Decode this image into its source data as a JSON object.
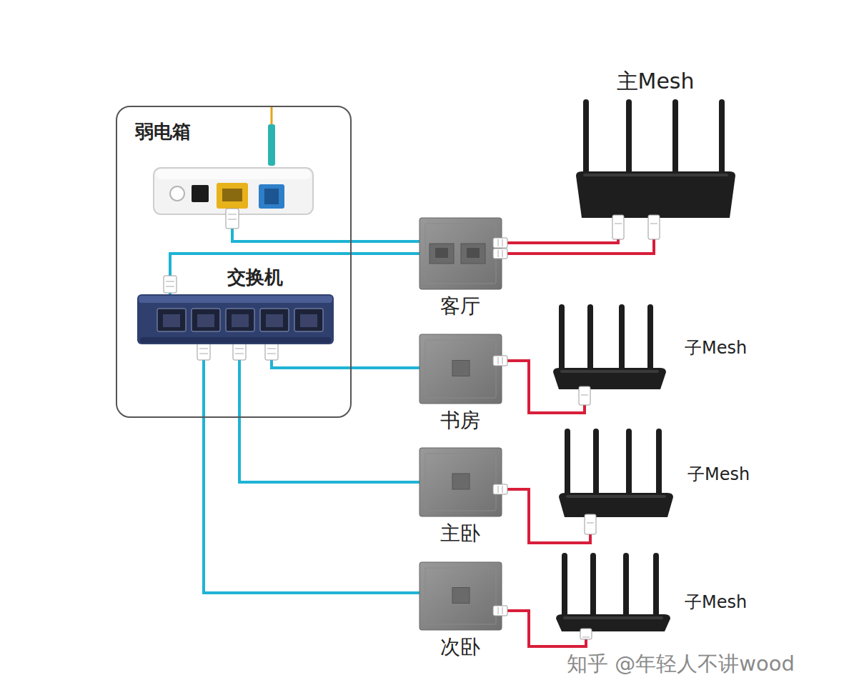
{
  "diagram": {
    "nodes": [
      {
        "text": [
          "弱电箱"
        ]
      },
      {
        "text": [
          "交换机"
        ],
        "in": 0
      },
      {
        "text": [
          "客厅"
        ]
      },
      {
        "text": [
          "书房"
        ]
      },
      {
        "text": [
          "主卧"
        ]
      },
      {
        "text": [
          "次卧"
        ]
      },
      {
        "text": [
          "主Mesh"
        ]
      },
      {
        "text": [
          "子Mesh"
        ]
      },
      {
        "text": [
          "子Mesh"
        ]
      },
      {
        "text": [
          "子Mesh"
        ]
      }
    ],
    "edges": [
      {
        "from": 1,
        "to": 2,
        "arrow": "none"
      },
      {
        "from": 1,
        "to": 3,
        "arrow": "none"
      },
      {
        "from": 1,
        "to": 4,
        "arrow": "none"
      },
      {
        "from": 1,
        "to": 5,
        "arrow": "none"
      },
      {
        "from": 2,
        "to": 6,
        "arrow": "none"
      },
      {
        "from": 2,
        "to": 6,
        "arrow": "none"
      },
      {
        "from": 3,
        "to": 7,
        "arrow": "none"
      },
      {
        "from": 4,
        "to": 8,
        "arrow": "none"
      },
      {
        "from": 5,
        "to": 9,
        "arrow": "none"
      }
    ],
    "labels": [
      "知乎 @年轻人不讲wood"
    ]
  }
}
